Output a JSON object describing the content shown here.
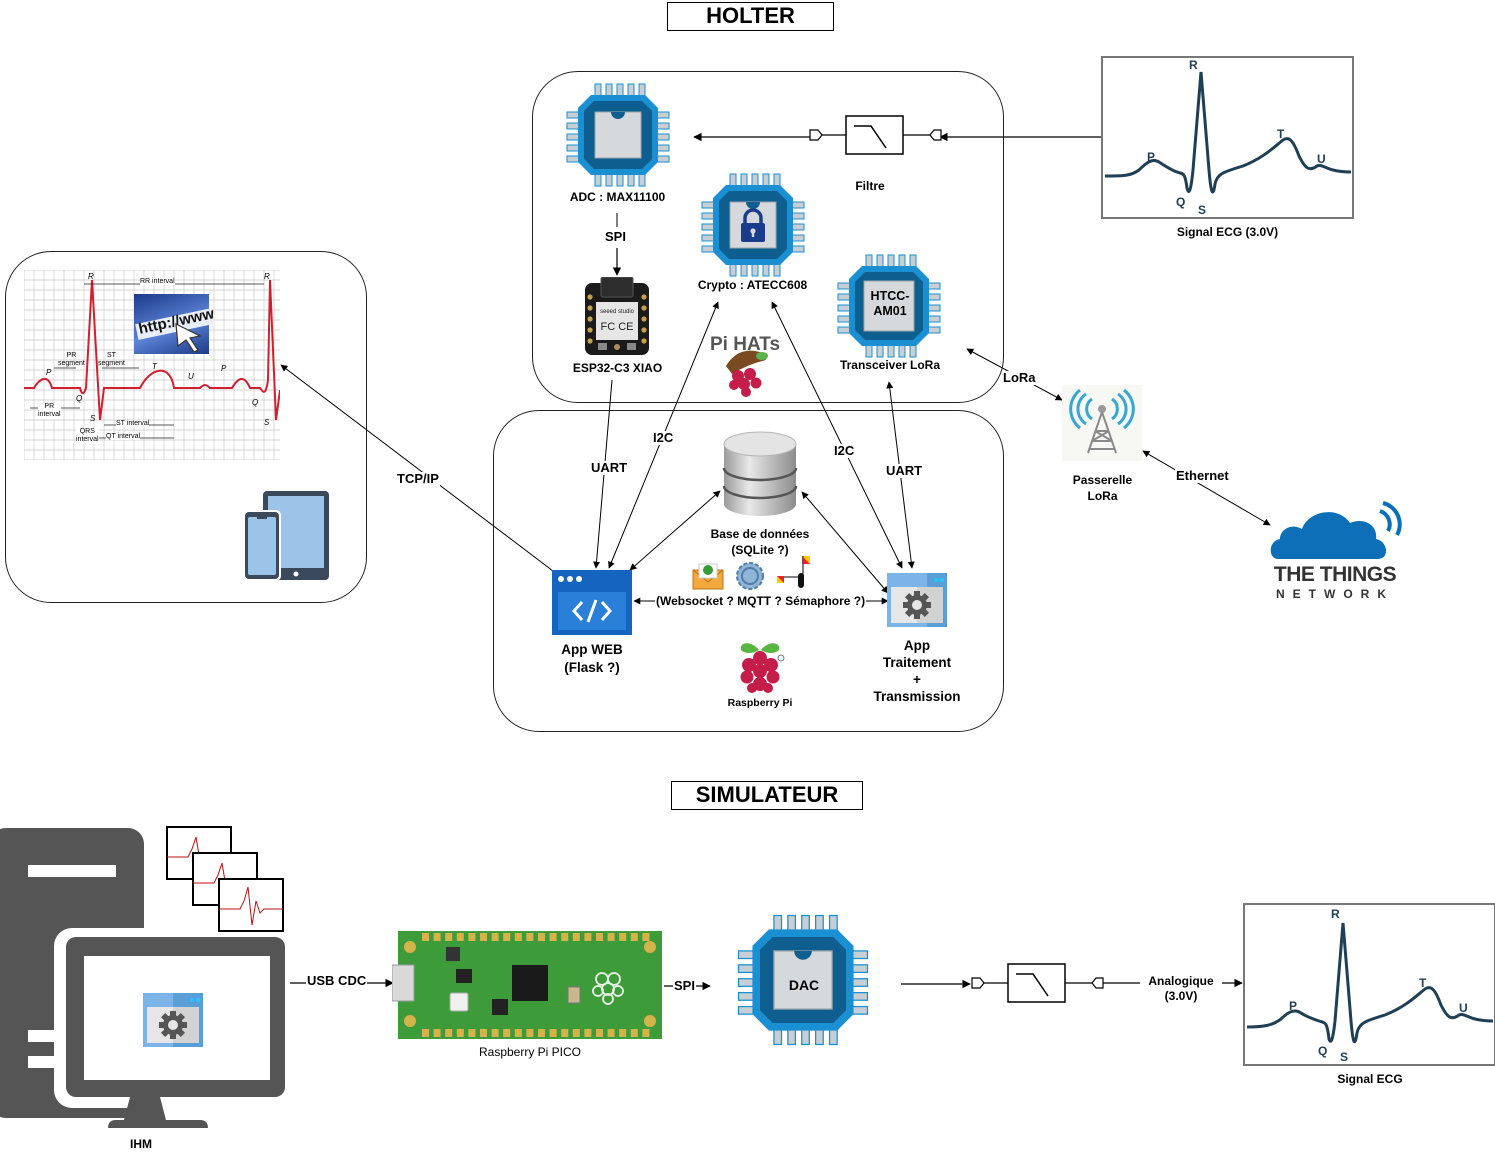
{
  "titles": {
    "holter": "HOLTER",
    "simulateur": "SIMULATEUR"
  },
  "holter": {
    "adc": {
      "label": "ADC : MAX11100",
      "icon": "chip-icon"
    },
    "filter": {
      "label": "Filtre",
      "icon": "low-pass-filter-icon"
    },
    "crypto": {
      "label": "Crypto : ATECC608",
      "icon": "chip-lock-icon"
    },
    "esp32": {
      "label": "ESP32-C3 XIAO",
      "icon": "xiao-board-icon"
    },
    "pi_hats": {
      "label": "Pi HATs",
      "icon": "pi-hats-logo"
    },
    "lora_transceiver": {
      "chip_text_line1": "HTCC-",
      "chip_text_line2": "AM01",
      "label": "Transceiver LoRa",
      "icon": "chip-icon"
    },
    "ecg_signal": {
      "label": "Signal ECG (3.0V)",
      "wave_labels": [
        "P",
        "Q",
        "R",
        "S",
        "T",
        "U"
      ]
    },
    "gateway": {
      "label_line1": "Passerelle",
      "label_line2": "LoRa",
      "icon": "antenna-tower-icon"
    },
    "ttn": {
      "line1": "THE THINGS",
      "line2": "NETWORK",
      "icon": "cloud-icon"
    },
    "database": {
      "label_line1": "Base de données",
      "label_line2": "(SQLite ?)",
      "icon": "database-icon"
    },
    "app_web": {
      "label_line1": "App WEB",
      "label_line2": "(Flask ?)",
      "icon": "code-window-icon"
    },
    "app_traitement": {
      "label_line1": "App",
      "label_line2": "Traitement",
      "label_line3": "+",
      "label_line4": "Transmission",
      "icon": "gear-window-icon"
    },
    "ipc": {
      "label": "(Websocket ? MQTT ? Sémaphore ?)",
      "icons": [
        "mail-icon",
        "mqtt-gear-icon",
        "semaphore-flags-icon"
      ]
    },
    "raspberry_pi": {
      "label": "Raspberry Pi",
      "icon": "raspberry-logo"
    },
    "client": {
      "ecg_chart_labels": {
        "rr_interval": "RR interval",
        "pr_segment_1": "PR",
        "pr_segment_2": "segment",
        "st_segment_1": "ST",
        "st_segment_2": "segment",
        "pr_interval_1": "PR",
        "pr_interval_2": "interval",
        "qrs_interval_1": "QRS",
        "qrs_interval_2": "interval",
        "st_interval": "ST interval",
        "qt_interval": "QT interval",
        "waves": [
          "P",
          "R",
          "Q",
          "S",
          "T",
          "U",
          "P",
          "R",
          "Q",
          "S"
        ]
      },
      "browser_text": "http://www",
      "devices_icon": "phone-tablet-icon"
    },
    "links": {
      "spi": "SPI",
      "uart_left": "UART",
      "i2c_left": "I2C",
      "i2c_right": "I2C",
      "uart_right": "UART",
      "tcp_ip": "TCP/IP",
      "lora": "LoRa",
      "ethernet": "Ethernet"
    }
  },
  "simulateur": {
    "ihm": {
      "label": "IHM",
      "icon": "computer-monitor-icon"
    },
    "usb_cdc": "USB CDC",
    "pico": {
      "label": "Raspberry Pi PICO",
      "icon": "pico-board-icon"
    },
    "spi": "SPI",
    "dac": {
      "chip_text": "DAC",
      "icon": "chip-icon"
    },
    "analog": {
      "line1": "Analogique",
      "line2": "(3.0V)"
    },
    "ecg_signal": {
      "label": "Signal ECG",
      "wave_labels": [
        "P",
        "Q",
        "R",
        "S",
        "T",
        "U"
      ]
    }
  },
  "colors": {
    "chip_blue": "#1a8fd1",
    "chip_dark": "#0e5f8f",
    "app_blue": "#1565c0",
    "ttn_blue": "#0d6fb8",
    "ecg_line": "#1f3f55",
    "ecg_red": "#d11f2f",
    "computer_gray": "#555555",
    "pcb_green": "#3d9b3a"
  }
}
